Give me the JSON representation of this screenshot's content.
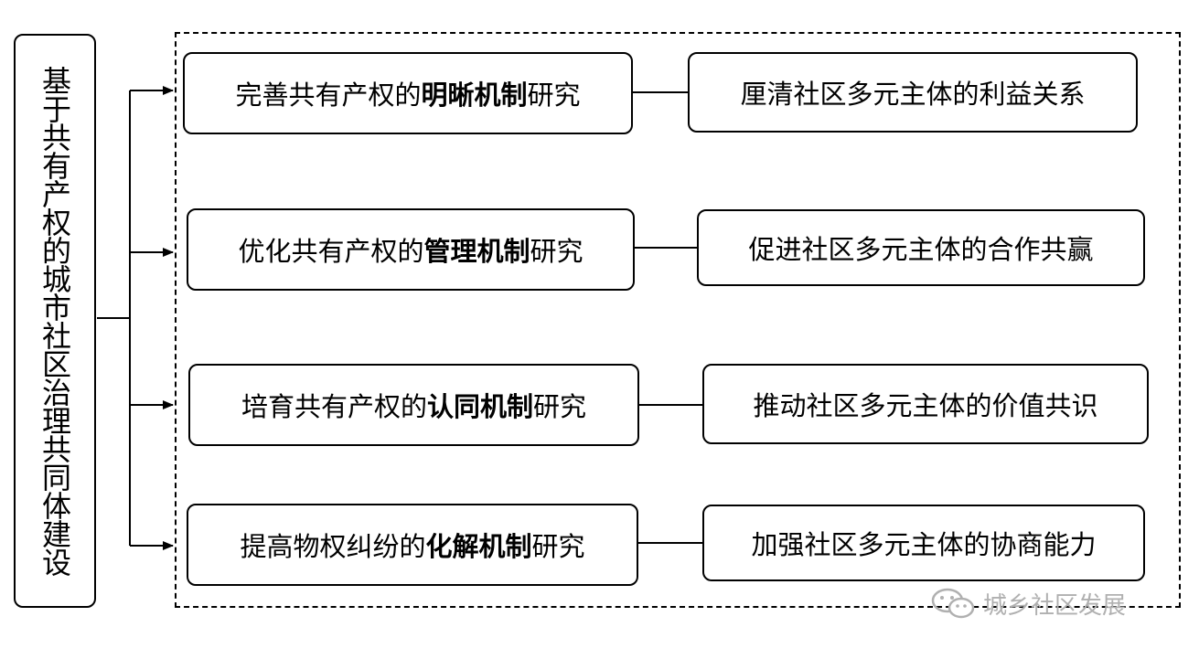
{
  "root": {
    "title": "基于共有产权的城市社区治理共同体建设"
  },
  "rows": [
    {
      "research": {
        "prefix": "完善共有产权的",
        "bold": "明晰机制",
        "suffix": "研究"
      },
      "goal": "厘清社区多元主体的利益关系"
    },
    {
      "research": {
        "prefix": "优化共有产权的",
        "bold": "管理机制",
        "suffix": "研究"
      },
      "goal": "促进社区多元主体的合作共赢"
    },
    {
      "research": {
        "prefix": "培育共有产权的",
        "bold": "认同机制",
        "suffix": "研究"
      },
      "goal": "推动社区多元主体的价值共识"
    },
    {
      "research": {
        "prefix": "提高物权纠纷的",
        "bold": "化解机制",
        "suffix": "研究"
      },
      "goal": "加强社区多元主体的协商能力"
    }
  ],
  "watermark": {
    "text": "城乡社区发展",
    "icon": "wechat-icon"
  }
}
